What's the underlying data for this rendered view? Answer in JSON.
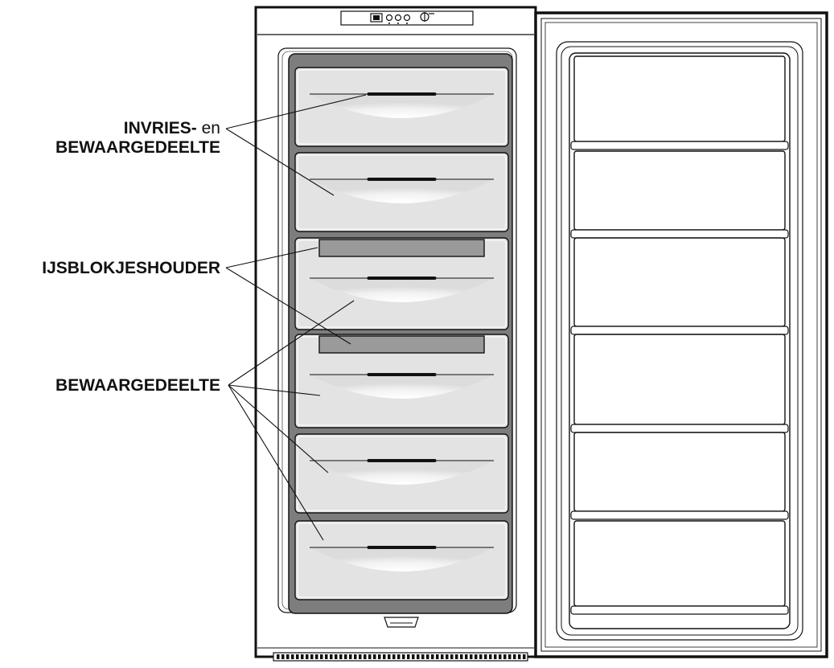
{
  "labels": {
    "freeze_line1_bold": "INVRIES-",
    "freeze_line1_regular": " en",
    "freeze_line2": "BEWAARGEDEELTE",
    "ice_holder": "IJSBLOKJESHOUDER",
    "storage": "BEWAARGEDEELTE"
  },
  "drawers": [
    {
      "ice_tray": false
    },
    {
      "ice_tray": false
    },
    {
      "ice_tray": true
    },
    {
      "ice_tray": true
    },
    {
      "ice_tray": false
    },
    {
      "ice_tray": false
    }
  ],
  "door_shelves": 6,
  "colors": {
    "line": "#111111",
    "cavity": "#7d7d7d",
    "drawer": "#e3e3e3",
    "ice_tray": "#9a9a9a"
  }
}
